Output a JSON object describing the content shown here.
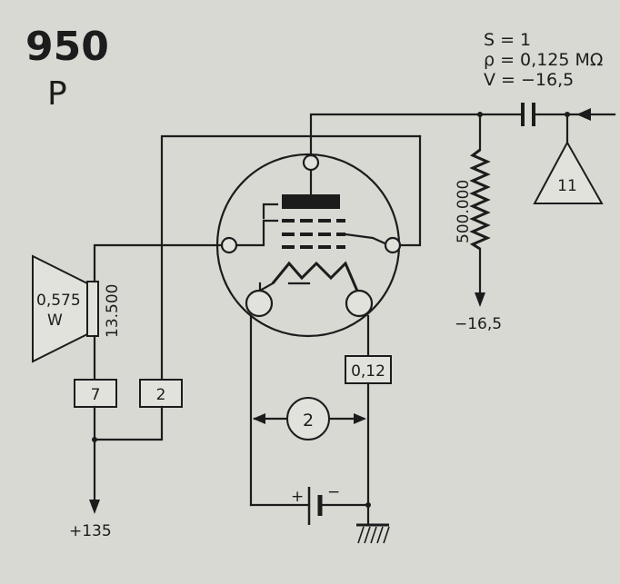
{
  "header": {
    "tube_number": "950",
    "tube_suffix": "P"
  },
  "specs": [
    "S = 1",
    "ρ = 0,125 MΩ",
    "V = −16,5"
  ],
  "labels": {
    "speaker_power": "0,575",
    "speaker_unit": "W",
    "speaker_impedance": "13.500",
    "box_7": "7",
    "box_2": "2",
    "box_012": "0,12",
    "filament_circle": "2",
    "input_triangle": "11",
    "grid_resistor": "500.000",
    "bias_voltage": "−16,5",
    "supply_voltage": "+135",
    "battery_plus": "+",
    "battery_minus": "−"
  }
}
